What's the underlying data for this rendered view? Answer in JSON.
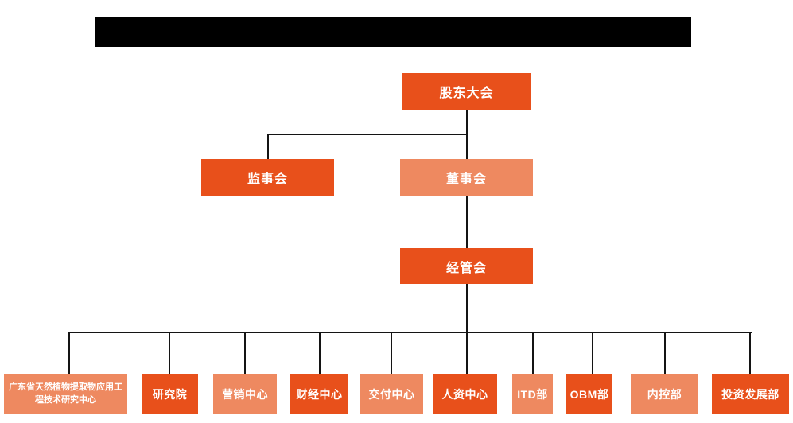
{
  "colors": {
    "primary": "#E8501B",
    "secondary": "#EE8960",
    "line": "#141414",
    "redacted_bar": "#000000",
    "node_text": "#FFFFFF",
    "background": "#FFFFFF"
  },
  "chart": {
    "type": "org-chart",
    "root": {
      "label": "股东大会",
      "tone": "primary"
    },
    "supervisory": {
      "label": "监事会",
      "tone": "primary"
    },
    "board": {
      "label": "董事会",
      "tone": "secondary"
    },
    "management": {
      "label": "经管会",
      "tone": "primary"
    },
    "departments": [
      {
        "label": "广东省天然植物提取物应用工程技术研究中心",
        "tone": "secondary"
      },
      {
        "label": "研究院",
        "tone": "primary"
      },
      {
        "label": "营销中心",
        "tone": "secondary"
      },
      {
        "label": "财经中心",
        "tone": "primary"
      },
      {
        "label": "交付中心",
        "tone": "secondary"
      },
      {
        "label": "人资中心",
        "tone": "primary"
      },
      {
        "label": "ITD部",
        "tone": "secondary"
      },
      {
        "label": "OBM部",
        "tone": "primary"
      },
      {
        "label": "内控部",
        "tone": "secondary"
      },
      {
        "label": "投资发展部",
        "tone": "primary"
      }
    ]
  }
}
